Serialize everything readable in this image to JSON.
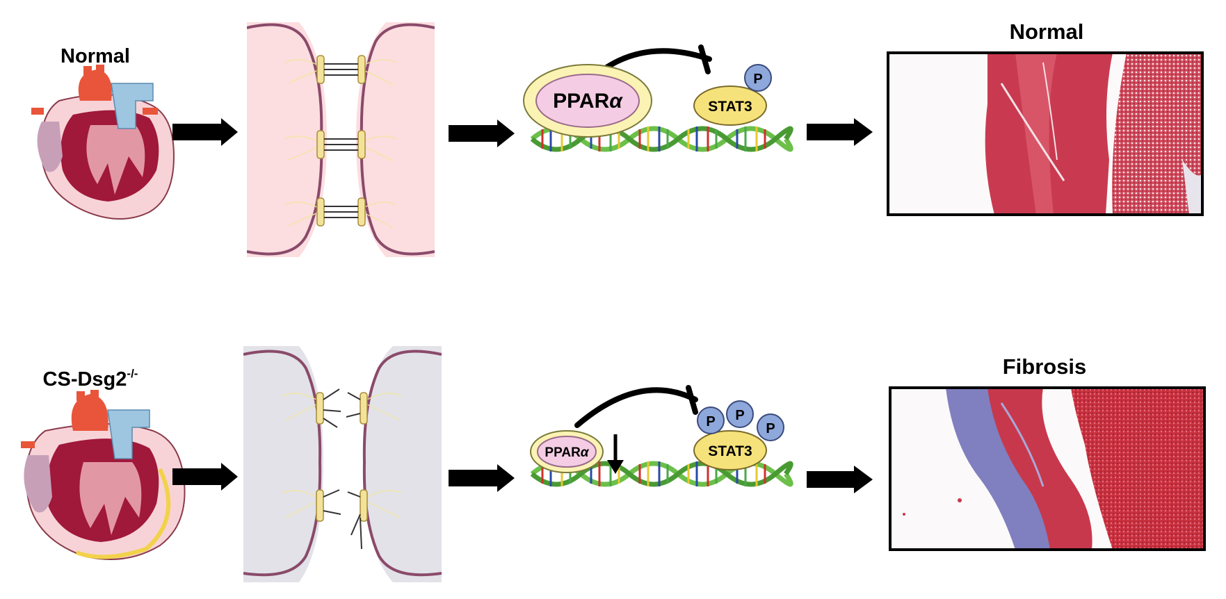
{
  "rows": [
    {
      "id": "normal",
      "condition_label": "Normal",
      "condition_superscript": "",
      "protein": "PPARα",
      "protein_base": "PPAR",
      "protein_greek": "α",
      "target": "STAT3",
      "phospho_label": "P",
      "phospho_count": 1,
      "histology_label": "Normal"
    },
    {
      "id": "mutant",
      "condition_label": "CS-Dsg2",
      "condition_superscript": "-/-",
      "protein": "PPARα",
      "protein_base": "PPAR",
      "protein_greek": "α",
      "target": "STAT3",
      "phospho_label": "P",
      "phospho_count": 3,
      "histology_label": "Fibrosis"
    }
  ],
  "colors": {
    "arrow": "#000000",
    "cell_normal": "#fcdde0",
    "cell_mutant": "#e2e2e8",
    "membrane": "#8a4a6a",
    "junction": "#f3e39a",
    "ppar_fill": "#f4cde4",
    "ppar_ring": "#fbf3b4",
    "stat3_fill": "#f6e27a",
    "phospho_fill": "#8ea8dc",
    "dna_green": "#6cc04a",
    "tissue_red": "#c8384c",
    "tissue_blue": "#6a6ab4"
  },
  "icons": [
    "heart-icon",
    "arrow-right-icon",
    "down-arrow-icon",
    "inhibition-arrow-icon",
    "dna-helix-icon"
  ]
}
